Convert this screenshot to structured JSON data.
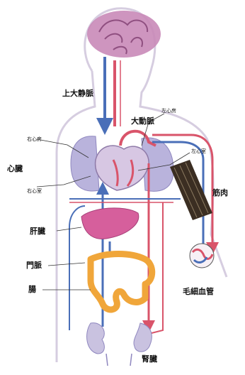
{
  "labels": {
    "superior_vena_cava": "上大静脈",
    "aorta": "大動脈",
    "left_atrium": "左心房",
    "right_atrium": "右心房",
    "left_ventricle": "左心室",
    "heart": "心臓",
    "right_ventricle": "右心室",
    "muscle": "筋肉",
    "liver": "肝臓",
    "portal_vein": "門脈",
    "intestine": "腸",
    "capillaries": "毛細血管",
    "kidney": "腎臓"
  },
  "colors": {
    "artery": "#d9546a",
    "vein": "#4a6fb8",
    "brain": "#c98ab8",
    "lung": "#b9b3dc",
    "liver": "#d65f9c",
    "intestine": "#f0a63a",
    "kidney": "#c9c2e0",
    "muscle": "#3b2e22",
    "heart": "#d7c7e3",
    "body_outline": "#d6cde0"
  }
}
